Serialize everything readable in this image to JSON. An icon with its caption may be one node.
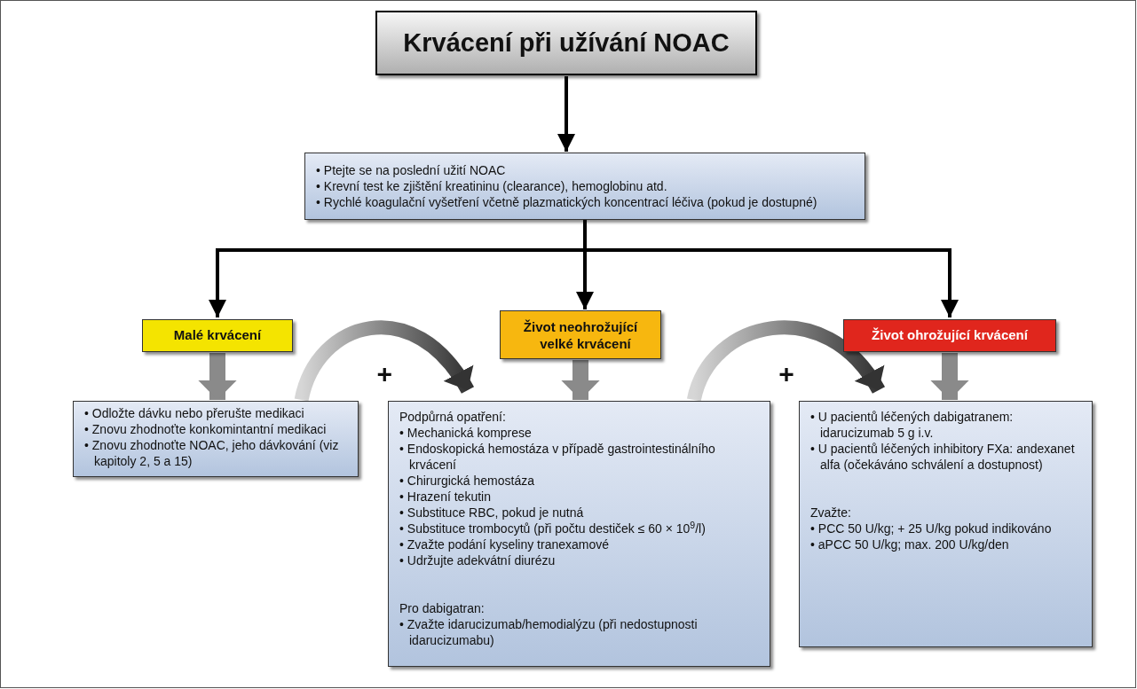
{
  "diagram": {
    "nodes": [
      {
        "text": [
          "Krvácení při užívání NOAC"
        ]
      },
      {
        "text": [
          "• Ptejte se na poslední užití NOAC",
          "• Krevní test ke zjištění kreatininu (clearance), hemoglobinu atd.",
          "• Rychlé koagulační vyšetření včetně plazmatických koncentrací léčiva (pokud je dostupné)"
        ]
      },
      {
        "text": [
          "Malé krvácení"
        ]
      },
      {
        "text": [
          "Život neohrožující velké krvácení"
        ]
      },
      {
        "text": [
          "Život ohrožující krvácení"
        ]
      },
      {
        "text": [
          "• Odložte dávku nebo přerušte medikaci",
          "• Znovu zhodnoťte konkomintantní medikaci",
          "• Znovu zhodnoťte NOAC, jeho dávkování (viz kapitoly 2, 5 a 15)"
        ]
      },
      {
        "text": [
          "Podpůrná opatření:",
          "• Mechanická komprese",
          "• Endoskopická hemostáza v případě gastrointestinálního krvácení",
          "• Chirurgická hemostáza",
          "• Hrazení tekutin",
          "• Substituce RBC, pokud je nutná",
          "• Substituce trombocytů (při počtu destiček ≤ 60 × 10$^{9}$/l)",
          "• Zvažte podání kyseliny tranexamové",
          "• Udržujte adekvátní diurézu",
          "Pro dabigatran:",
          "• Zvažte idarucizumab/hemodialýzu (při nedostupnosti idarucizumabu)"
        ]
      },
      {
        "text": [
          "• U pacientů léčených dabigatranem: idarucizumab 5 g i.v.",
          "• U pacientů léčených inhibitory FXa: andexanet alfa (očekáváno schválení a dostupnost)",
          "Zvažte:",
          "• PCC 50 U/kg; + 25 U/kg pokud indikováno",
          "• aPCC 50 U/kg; max. 200 U/kg/den"
        ]
      }
    ],
    "edges": [
      {
        "from": 0,
        "to": 1,
        "arrow": "to"
      },
      {
        "from": 1,
        "to": 2,
        "arrow": "to"
      },
      {
        "from": 1,
        "to": 3,
        "arrow": "to"
      },
      {
        "from": 1,
        "to": 4,
        "arrow": "to"
      },
      {
        "from": 2,
        "to": 5,
        "arrow": "to",
        "style": "thick",
        "color": "#8a8a8a"
      },
      {
        "from": 3,
        "to": 6,
        "arrow": "to",
        "style": "thick",
        "color": "#8a8a8a"
      },
      {
        "from": 4,
        "to": 7,
        "arrow": "to",
        "style": "thick",
        "color": "#8a8a8a"
      },
      {
        "from": 5,
        "to": 6,
        "arrow": "to",
        "style": "thick",
        "color": "#333333",
        "label": "+"
      },
      {
        "from": 6,
        "to": 7,
        "arrow": "to",
        "style": "thick",
        "color": "#333333",
        "label": "+"
      }
    ]
  }
}
